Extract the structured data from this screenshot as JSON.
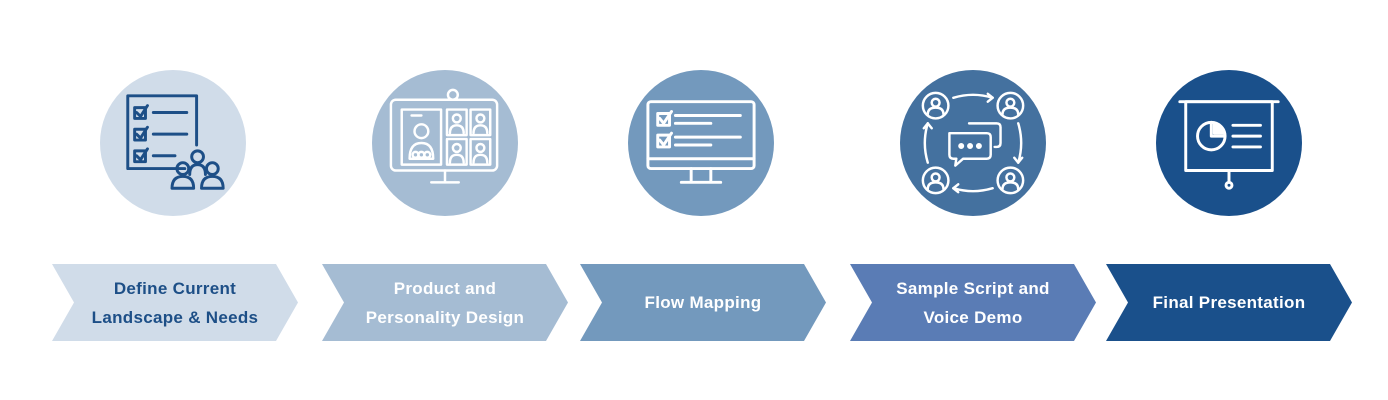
{
  "steps": [
    {
      "label_line1": "Define Current",
      "label_line2": "Landscape & Needs",
      "icon": "checklist-team-icon",
      "circle_color": "#d0dce9",
      "chevron_color": "#d0dce9",
      "text_color": "#1d4f87",
      "icon_color": "#1d4f87"
    },
    {
      "label_line1": "Product and",
      "label_line2": "Personality Design",
      "icon": "video-conference-icon",
      "circle_color": "#a5bcd3",
      "chevron_color": "#a5bcd3",
      "text_color": "#ffffff",
      "icon_color": "#ffffff"
    },
    {
      "label_line1": "Flow Mapping",
      "label_line2": "",
      "icon": "monitor-checklist-icon",
      "circle_color": "#7399bd",
      "chevron_color": "#7399bd",
      "text_color": "#ffffff",
      "icon_color": "#ffffff"
    },
    {
      "label_line1": "Sample Script and",
      "label_line2": "Voice Demo",
      "icon": "users-chat-cycle-icon",
      "circle_color": "#44719f",
      "chevron_color": "#5a7cb5",
      "text_color": "#ffffff",
      "icon_color": "#ffffff"
    },
    {
      "label_line1": "Final Presentation",
      "label_line2": "",
      "icon": "presentation-board-icon",
      "circle_color": "#1a508b",
      "chevron_color": "#1a508b",
      "text_color": "#ffffff",
      "icon_color": "#ffffff"
    }
  ]
}
